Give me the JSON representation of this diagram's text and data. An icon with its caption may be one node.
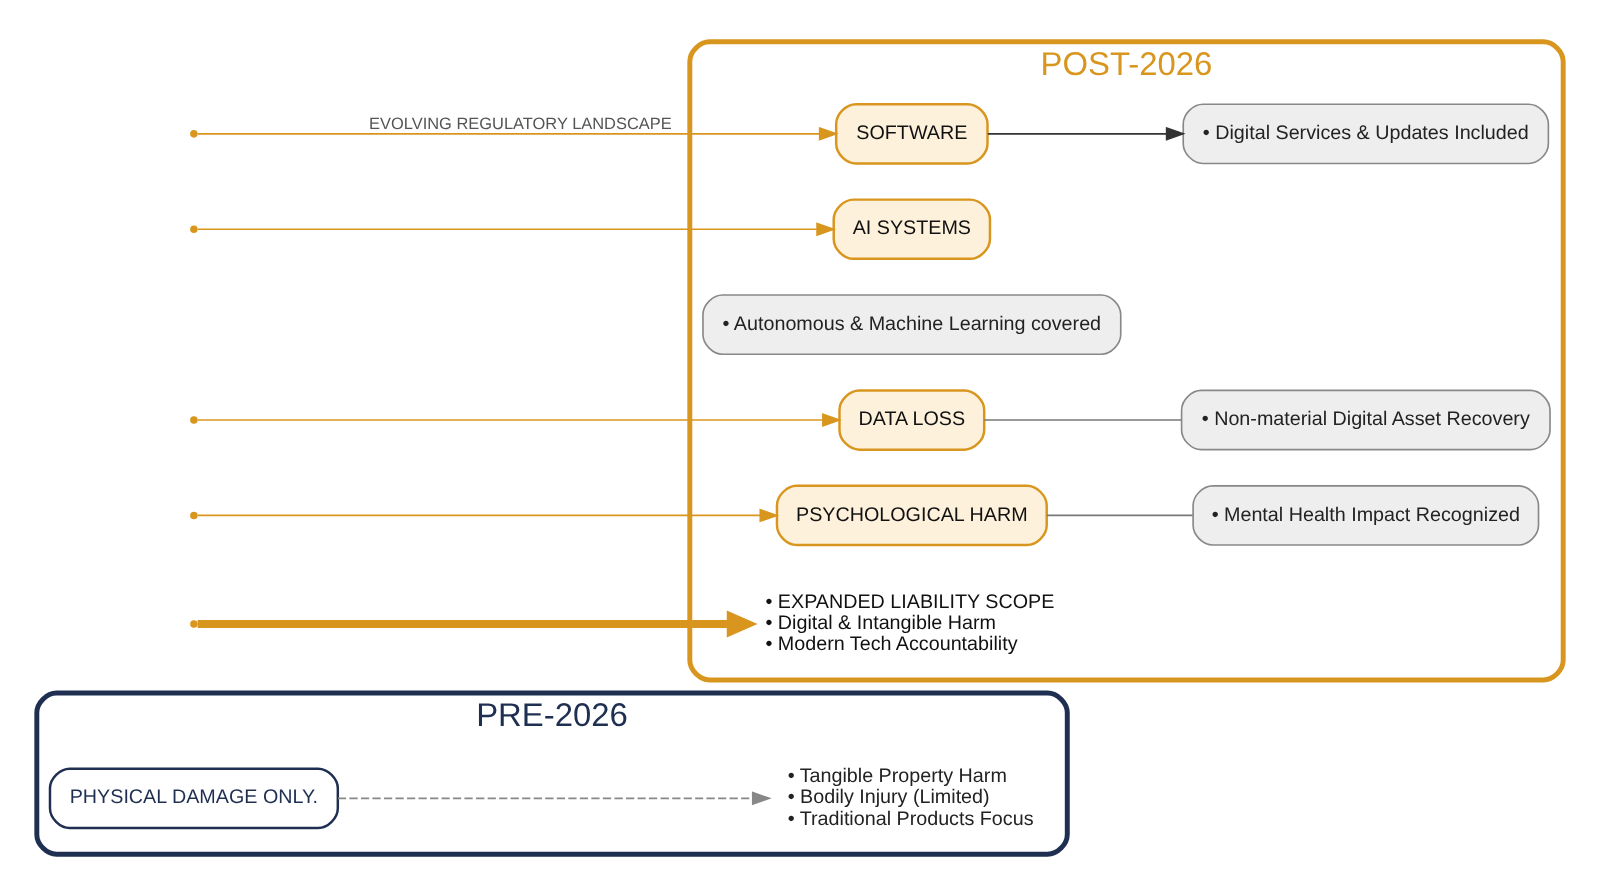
{
  "diagram": {
    "nodes": [
      {
        "text": [
          "PRE-2026"
        ]
      },
      {
        "text": [
          "PHYSICAL DAMAGE ONLY."
        ],
        "in": 0
      },
      {
        "text": [
          "• Tangible Property Harm",
          "• Bodily Injury (Limited)",
          "• Traditional Products Focus"
        ],
        "in": 0
      },
      {
        "text": [
          "POST-2026"
        ]
      },
      {
        "text": [
          "SOFTWARE"
        ],
        "in": 3
      },
      {
        "text": [
          "• Digital Services & Updates Included"
        ],
        "in": 3
      },
      {
        "text": [
          "AI SYSTEMS"
        ],
        "in": 3
      },
      {
        "text": [
          "• Autonomous & Machine Learning covered"
        ],
        "in": 3
      },
      {
        "text": [
          "DATA LOSS"
        ],
        "in": 3
      },
      {
        "text": [
          "• Non-material Digital Asset Recovery"
        ],
        "in": 3
      },
      {
        "text": [
          "PSYCHOLOGICAL HARM"
        ],
        "in": 3
      },
      {
        "text": [
          "• Mental Health Impact Recognized"
        ],
        "in": 3
      },
      {
        "text": [
          "• EXPANDED LIABILITY SCOPE",
          "• Digital & Intangible Harm",
          "• Modern Tech Accountability"
        ],
        "in": 3
      }
    ],
    "edges": [
      {
        "from": 1,
        "to": 2,
        "arrow": "to",
        "style": "dashed",
        "color": "#888888"
      },
      {
        "from": null,
        "to": 4,
        "arrow": "to",
        "label": "EVOLVING REGULATORY LANDSCAPE"
      },
      {
        "from": null,
        "to": 6,
        "arrow": "to"
      },
      {
        "from": null,
        "to": 8,
        "arrow": "to"
      },
      {
        "from": null,
        "to": 10,
        "arrow": "to"
      },
      {
        "from": 4,
        "to": 5,
        "arrow": "to",
        "color": "#333333"
      },
      {
        "from": 8,
        "to": 9,
        "arrow": "none",
        "color": "#777777"
      },
      {
        "from": 10,
        "to": 11,
        "arrow": "none",
        "color": "#777777"
      },
      {
        "from": null,
        "to": 12,
        "arrow": "to",
        "style": "thick"
      }
    ]
  }
}
